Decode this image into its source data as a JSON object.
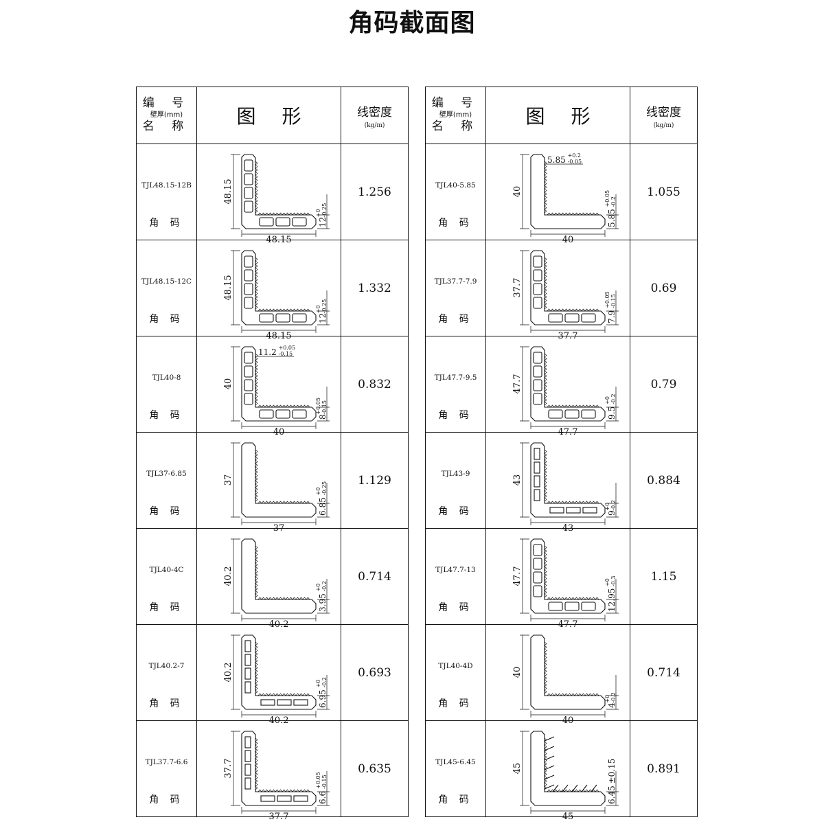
{
  "page": {
    "title": "角码截面图"
  },
  "header": {
    "code_label": "编 号",
    "thickness_label": "壁厚(mm)",
    "name_label": "名 称",
    "figure_label_1": "图",
    "figure_label_2": "形",
    "density_label": "线密度",
    "density_unit": "(kg/m)"
  },
  "left_rows": [
    {
      "code": "TJL48.15-12B",
      "name": "角 码",
      "density": "1.256",
      "dim_h": "48.15",
      "dim_w": "48.15",
      "thick": "12",
      "tol_up": "+0",
      "tol_down": "-0.25"
    },
    {
      "code": "TJL48.15-12C",
      "name": "角 码",
      "density": "1.332",
      "dim_h": "48.15",
      "dim_w": "48.15",
      "thick": "12",
      "tol_up": "+0",
      "tol_down": "-0.25"
    },
    {
      "code": "TJL40-8",
      "name": "角 码",
      "density": "0.832",
      "dim_h": "40",
      "dim_w": "40",
      "thick": "8",
      "tol_up": "+0.05",
      "tol_down": "-0.15",
      "top_thick": "11.2",
      "top_up": "+0.05",
      "top_down": "-0.15"
    },
    {
      "code": "TJL37-6.85",
      "name": "角 码",
      "density": "1.129",
      "dim_h": "37",
      "dim_w": "37",
      "thick": "6.85",
      "tol_up": "+0",
      "tol_down": "-0.25"
    },
    {
      "code": "TJL40-4C",
      "name": "角 码",
      "density": "0.714",
      "dim_h": "40.2",
      "dim_w": "40.2",
      "thick": "3.95",
      "tol_up": "+0",
      "tol_down": "-0.2"
    },
    {
      "code": "TJL40.2-7",
      "name": "角 码",
      "density": "0.693",
      "dim_h": "40.2",
      "dim_w": "40.2",
      "thick": "6.95",
      "tol_up": "+0",
      "tol_down": "-0.2"
    },
    {
      "code": "TJL37.7-6.6",
      "name": "角 码",
      "density": "0.635",
      "dim_h": "37.7",
      "dim_w": "37.7",
      "thick": "6.6",
      "tol_up": "+0.05",
      "tol_down": "-0.15"
    }
  ],
  "right_rows": [
    {
      "code": "TJL40-5.85",
      "name": "角 码",
      "density": "1.055",
      "dim_h": "40",
      "dim_w": "40",
      "thick": "5.85",
      "tol_up": "+0.05",
      "tol_down": "-0.2",
      "top_thick": "5.85",
      "top_up": "+0.2",
      "top_down": "-0.05"
    },
    {
      "code": "TJL37.7-7.9",
      "name": "角 码",
      "density": "0.69",
      "dim_h": "37.7",
      "dim_w": "37.7",
      "thick": "7.9",
      "tol_up": "+0.05",
      "tol_down": "-0.15"
    },
    {
      "code": "TJL47.7-9.5",
      "name": "角 码",
      "density": "0.79",
      "dim_h": "47.7",
      "dim_w": "47.7",
      "thick": "9.5",
      "tol_up": "+0",
      "tol_down": "-0.2"
    },
    {
      "code": "TJL43-9",
      "name": "角 码",
      "density": "0.884",
      "dim_h": "43",
      "dim_w": "43",
      "thick": "9",
      "tol_up": "+0",
      "tol_down": "-0.2"
    },
    {
      "code": "TJL47.7-13",
      "name": "角 码",
      "density": "1.15",
      "dim_h": "47.7",
      "dim_w": "47.7",
      "thick": "12.95",
      "tol_up": "+0",
      "tol_down": "-0.3"
    },
    {
      "code": "TJL40-4D",
      "name": "角 码",
      "density": "0.714",
      "dim_h": "40",
      "dim_w": "40",
      "thick": "4",
      "tol_up": "+0",
      "tol_down": "-0.2"
    },
    {
      "code": "TJL45-6.45",
      "name": "角 码",
      "density": "0.891",
      "dim_h": "45",
      "dim_w": "45",
      "thick": "6.45",
      "tol_pm": "±0.15"
    }
  ]
}
